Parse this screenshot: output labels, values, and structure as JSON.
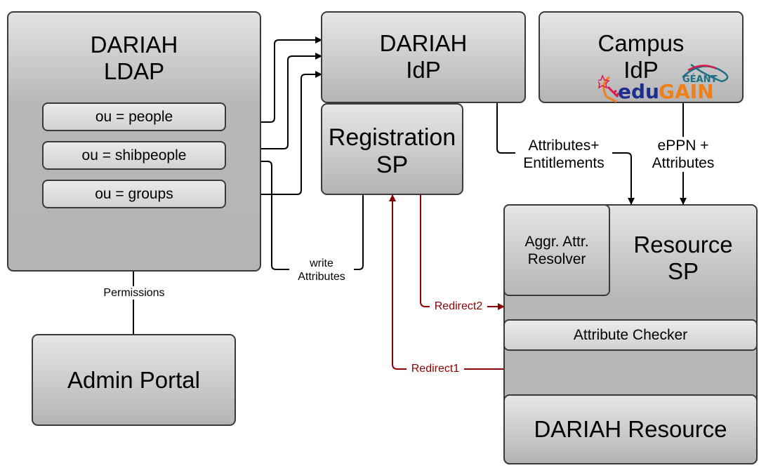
{
  "diagram": {
    "nodes": {
      "dariah_ldap": {
        "title_line1": "DARIAH",
        "title_line2": "LDAP"
      },
      "ou_people": {
        "label": "ou = people"
      },
      "ou_shibpeople": {
        "label": "ou = shibpeople"
      },
      "ou_groups": {
        "label": "ou = groups"
      },
      "dariah_idp": {
        "title_line1": "DARIAH",
        "title_line2": "IdP"
      },
      "campus_idp": {
        "title_line1": "Campus",
        "title_line2": "IdP"
      },
      "registration_sp": {
        "title_line1": "Registration",
        "title_line2": "SP"
      },
      "resource_sp": {
        "title_line1": "Resource",
        "title_line2": "SP"
      },
      "aggr_attr_resolver": {
        "line1": "Aggr. Attr.",
        "line2": "Resolver"
      },
      "attribute_checker": {
        "label": "Attribute Checker"
      },
      "dariah_resource": {
        "label": "DARIAH Resource"
      },
      "admin_portal": {
        "label": "Admin Portal"
      }
    },
    "logos": {
      "edugain": {
        "text_edu": "edu",
        "text_gain": "GAIN",
        "geant": "GÉANT"
      }
    },
    "edge_labels": {
      "permissions": "Permissions",
      "write_attributes_1": "write",
      "write_attributes_2": "Attributes",
      "attr_entitlements_1": "Attributes+",
      "attr_entitlements_2": "Entitlements",
      "eppn_attributes_1": "ePPN +",
      "eppn_attributes_2": "Attributes",
      "redirect1": "Redirect1",
      "redirect2": "Redirect2"
    },
    "colors": {
      "box_border": "#3a3a3a",
      "edge_black": "#000000",
      "edge_red": "#8b0000",
      "edugain_blue": "#1c2f8c",
      "edugain_orange": "#f07f1a",
      "geant_teal": "#1f6f86",
      "geant_pink": "#d8194f"
    }
  }
}
